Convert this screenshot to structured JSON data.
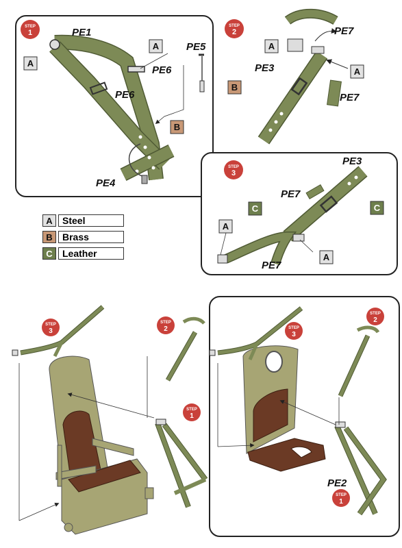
{
  "step_word": "STEP",
  "steps": {
    "s1": "1",
    "s2": "2",
    "s3": "3"
  },
  "parts": {
    "pe1": "PE1",
    "pe2": "PE2",
    "pe3": "PE3",
    "pe4": "PE4",
    "pe5": "PE5",
    "pe6": "PE6",
    "pe7": "PE7"
  },
  "materials": {
    "a": {
      "key": "A",
      "name": "Steel",
      "color": "#e2e2e2"
    },
    "b": {
      "key": "B",
      "name": "Brass",
      "color": "#c89876"
    },
    "c": {
      "key": "C",
      "name": "Leather",
      "color": "#6e7f4d"
    }
  },
  "colors": {
    "strap": "#7d8a56",
    "strap_dark": "#4f5a34",
    "seat": "#a7a574",
    "cushion": "#6b3a25",
    "step_badge": "#c9413a"
  }
}
